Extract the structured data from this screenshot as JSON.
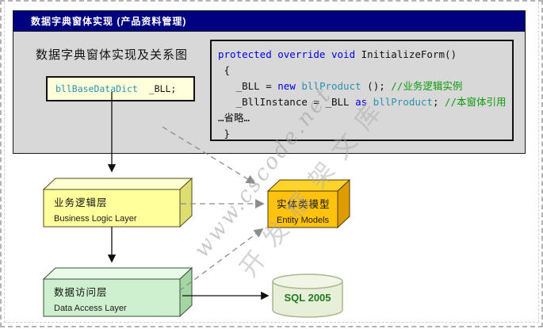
{
  "window": {
    "title": "数据字典窗体实现 (产品资料管理)"
  },
  "panel": {
    "heading": "数据字典窗体实现及关系图",
    "declaration": {
      "type_name": "bllBaseDataDict",
      "variable": "  _BLL;"
    },
    "code": {
      "line1_keyword": "protected override void ",
      "line1_name": "InitializeForm()",
      "line2": " {",
      "line3_pre": "   _BLL = ",
      "line3_keyword": "new ",
      "line3_type": "bllProduct",
      "line3_mid": " (); ",
      "line3_comment": "//业务逻辑实例",
      "line4_pre": "   _BllInstance = _BLL ",
      "line4_keyword": "as ",
      "line4_type": "bllProduct",
      "line4_mid": "; ",
      "line4_comment": "//本窗体引用",
      "line5": "…省略…",
      "line6": " }"
    }
  },
  "diagram": {
    "bll": {
      "title": "业务逻辑层",
      "subtitle": "Business Logic Layer"
    },
    "entity": {
      "title": "实体类模型",
      "subtitle": "Entity Models"
    },
    "dal": {
      "title": "数据访问层",
      "subtitle": "Data Access Layer"
    },
    "database": {
      "label": "SQL 2005"
    }
  },
  "watermark": {
    "line1": "www.cscode.net",
    "line2": "开发框架文库"
  },
  "colors": {
    "title_bar_bg": "#000080",
    "panel_bg": "#d8d8d8",
    "declaration_bg": "#ffffdb",
    "code_keyword": "#0000e0",
    "code_type": "#2b91af",
    "code_comment": "#0e9b0e",
    "bll_box_front": "#ffff9c",
    "entity_box_front": "#ffc20e",
    "dal_box_front": "#cff0cf",
    "database_fill": "#e7efd9",
    "database_text": "#1e7a1e",
    "dashed_arrow": "#8c8c8c",
    "solid_arrow": "#111111"
  }
}
